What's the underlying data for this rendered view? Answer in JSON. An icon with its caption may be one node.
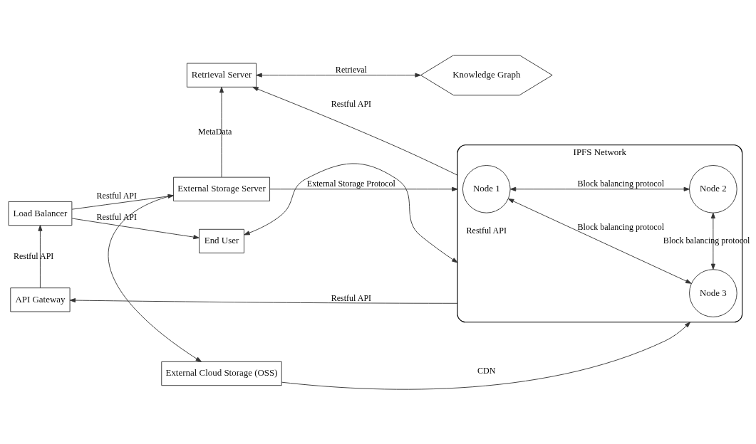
{
  "diagram": {
    "nodes": [
      {
        "text": [
          "End User"
        ]
      },
      {
        "text": [
          "Knowledge Graph"
        ]
      },
      {
        "text": [
          "Retrieval Server"
        ]
      },
      {
        "text": [
          "IPFS Network"
        ]
      },
      {
        "text": [
          "Node 1"
        ],
        "in": 3
      },
      {
        "text": [
          "Node 2"
        ],
        "in": 3
      },
      {
        "text": [
          "Load Balancer"
        ]
      },
      {
        "text": [
          "External Storage Server"
        ]
      },
      {
        "text": [
          "Node 3"
        ],
        "in": 3
      },
      {
        "text": [
          "External Cloud Storage (OSS)"
        ]
      },
      {
        "text": [
          "API Gateway"
        ]
      }
    ],
    "edges": [
      {
        "from": 6,
        "to": 0,
        "arrow": "to",
        "label": "Restful API"
      },
      {
        "from": 3,
        "to": 0,
        "arrow": "both",
        "label": "Restful API"
      },
      {
        "from": 2,
        "to": 1,
        "arrow": "both",
        "label": "Retrieval"
      },
      {
        "from": 3,
        "to": 2,
        "arrow": "to",
        "label": "Restful API"
      },
      {
        "from": 7,
        "to": 2,
        "arrow": "to",
        "label": "MetaData"
      },
      {
        "from": 6,
        "to": 7,
        "arrow": "to",
        "label": "Restful API"
      },
      {
        "from": 4,
        "to": 5,
        "arrow": "both",
        "label": "Block balancing protocol"
      },
      {
        "from": 7,
        "to": 3,
        "arrow": "to",
        "label": "External Storage Protocol"
      },
      {
        "from": 4,
        "to": 8,
        "arrow": "both",
        "label": "Block balancing protocol"
      },
      {
        "from": 5,
        "to": 8,
        "arrow": "both",
        "label": "Block balancing protocol"
      },
      {
        "from": 7,
        "to": 9,
        "arrow": "to"
      },
      {
        "from": 9,
        "to": 3,
        "arrow": "to",
        "label": "CDN"
      },
      {
        "from": 10,
        "to": 6,
        "arrow": "to",
        "label": "Restful API"
      },
      {
        "from": 3,
        "to": 10,
        "arrow": "to",
        "label": "Restful API"
      }
    ]
  }
}
